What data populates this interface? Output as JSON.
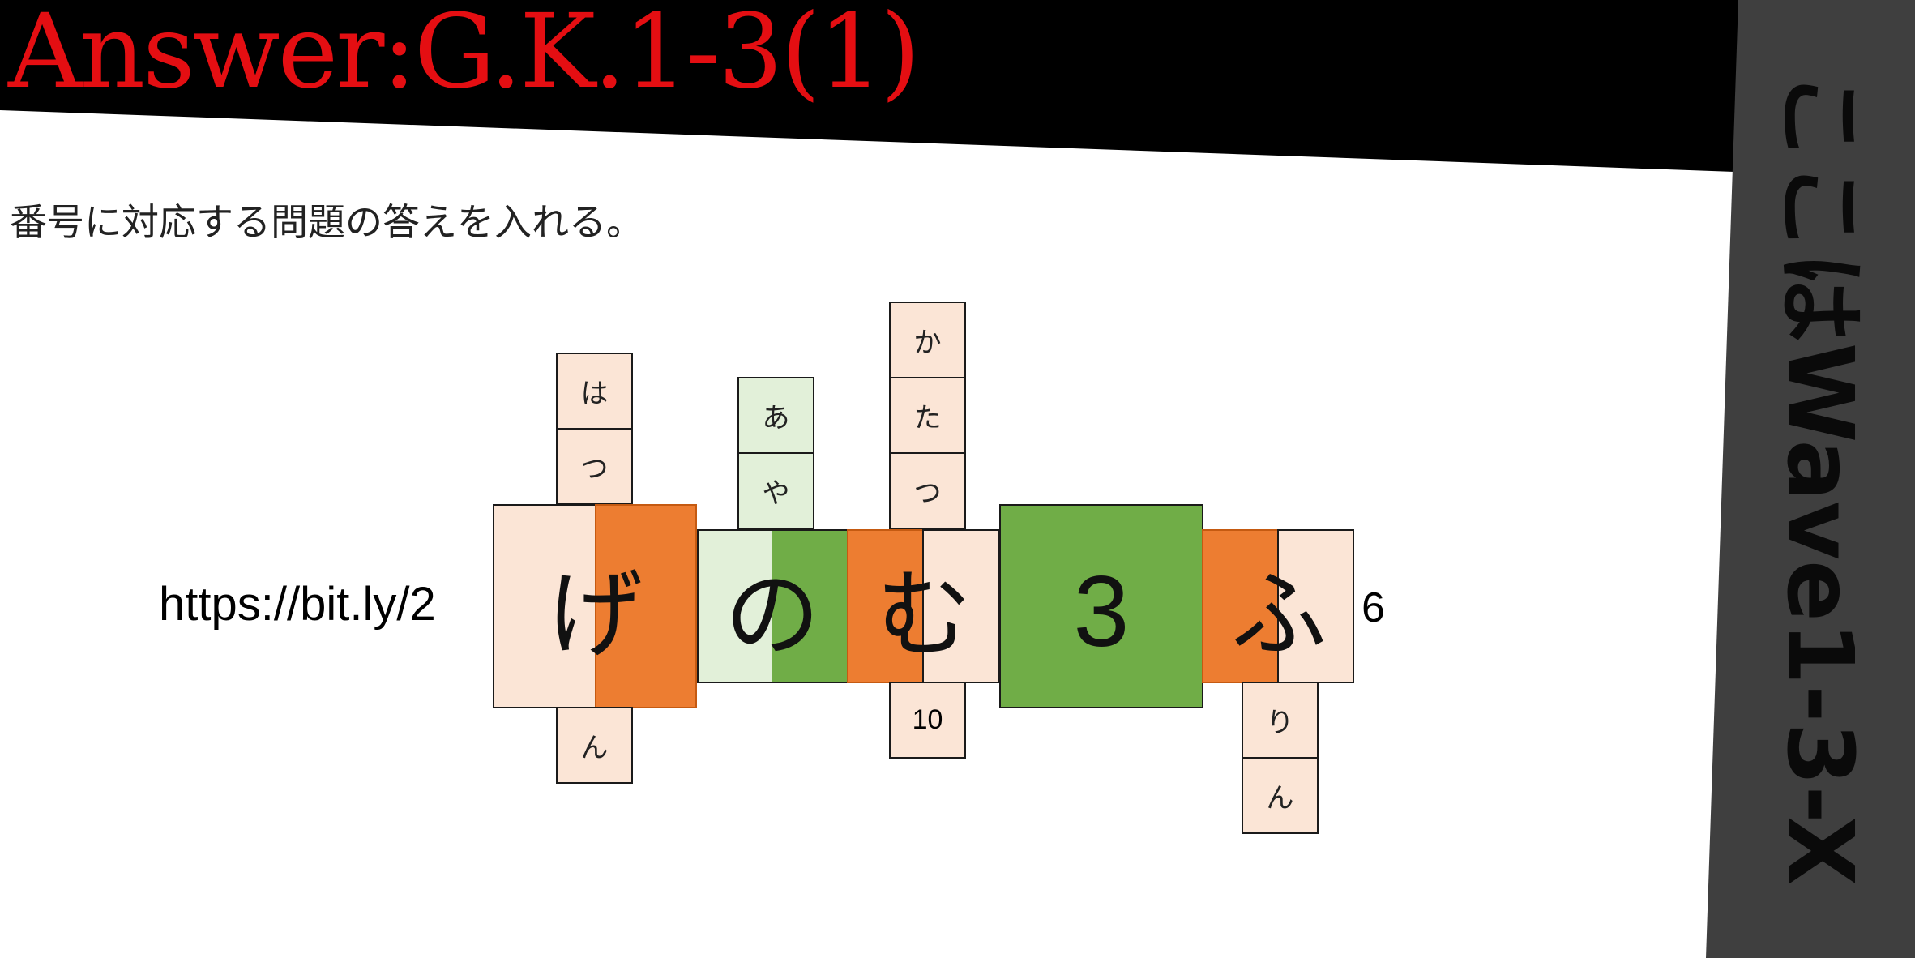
{
  "title": "Answer:G.K.1-3(1)",
  "side_label": "ここはWave1-3-X",
  "instruction": "番号に対応する問題の答えを入れる。",
  "url_prefix": "https://bit.ly/2",
  "url_suffix": "6",
  "main_chars": [
    "げ",
    "の",
    "む",
    "3",
    "ふ"
  ],
  "column_ge": {
    "above": [
      "は",
      "つ"
    ],
    "below": [
      "ん"
    ]
  },
  "column_no": {
    "above": [
      "あ",
      "や"
    ]
  },
  "column_mu": {
    "above": [
      "か",
      "た",
      "つ"
    ],
    "below": [
      "10"
    ]
  },
  "column_fu": {
    "below": [
      "り",
      "ん"
    ]
  },
  "colors": {
    "title_red": "#e40e12",
    "peach": "#fbe5d6",
    "orange": "#ed7d31",
    "green": "#70ad47",
    "light_green": "#e2f0d9",
    "dark_gray": "#3f3f3f"
  }
}
